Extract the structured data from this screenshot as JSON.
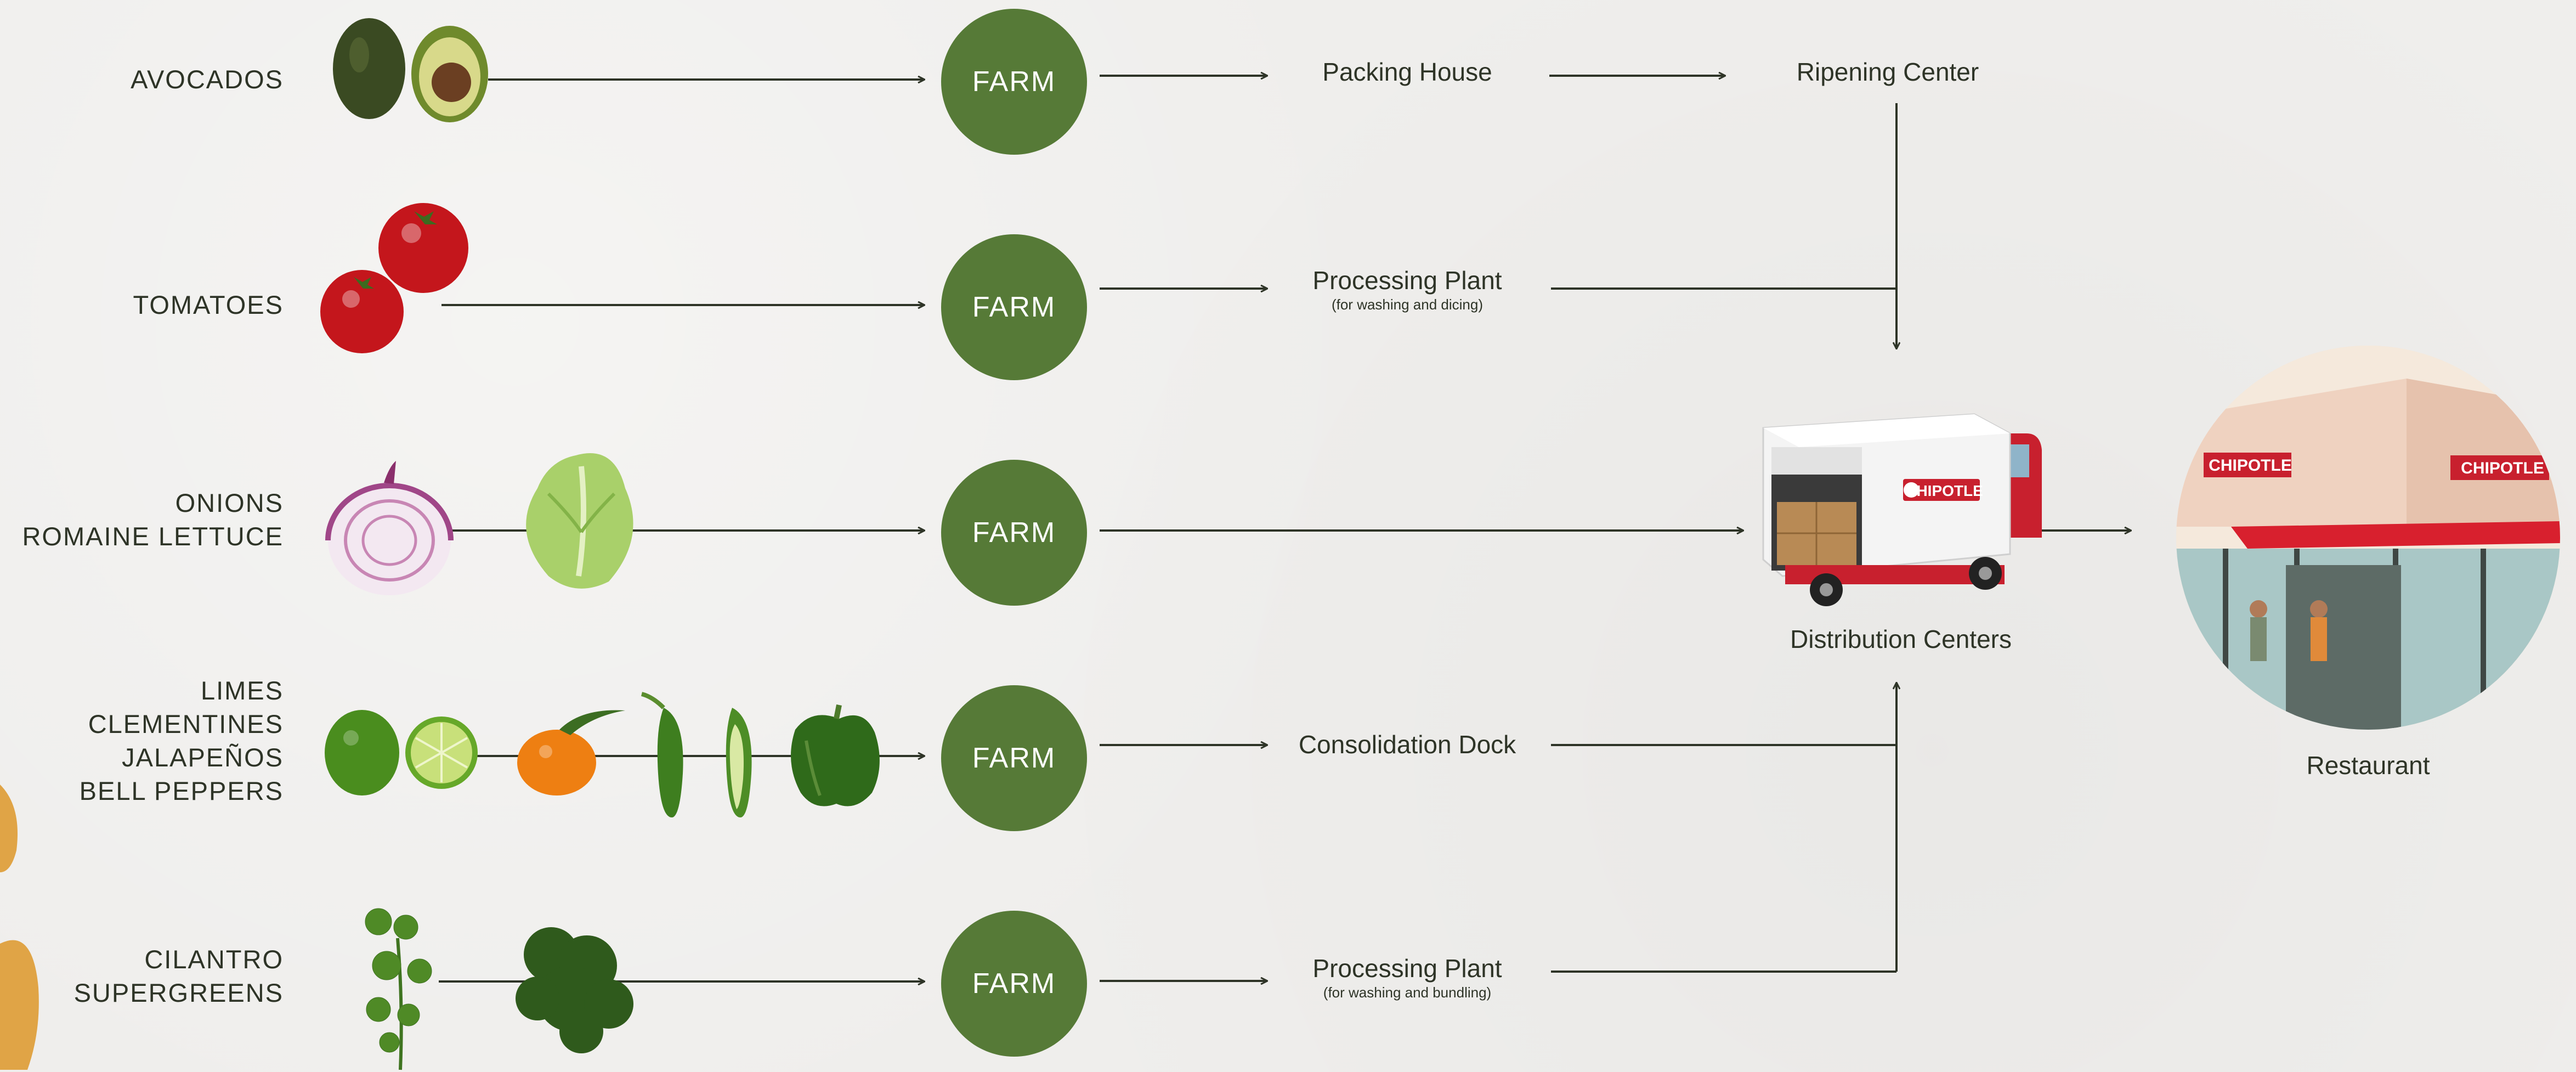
{
  "rows": [
    {
      "id": "avocados",
      "lines": [
        "AVOCADOS"
      ],
      "farm": "FARM",
      "icons": [
        "avocado-icon",
        "avocado-half-icon"
      ]
    },
    {
      "id": "tomatoes",
      "lines": [
        "TOMATOES"
      ],
      "farm": "FARM",
      "icons": [
        "tomato-icon",
        "tomato-icon"
      ]
    },
    {
      "id": "onions-lettuce",
      "lines": [
        "ONIONS",
        "ROMAINE LETTUCE"
      ],
      "farm": "FARM",
      "icons": [
        "onion-icon",
        "lettuce-icon"
      ]
    },
    {
      "id": "citrus-peppers",
      "lines": [
        "LIMES",
        "CLEMENTINES",
        "JALAPEÑOS",
        "BELL PEPPERS"
      ],
      "farm": "FARM",
      "icons": [
        "lime-icon",
        "lime-slice-icon",
        "clementine-icon",
        "jalapeno-icon",
        "jalapeno-half-icon",
        "bell-pepper-icon"
      ]
    },
    {
      "id": "cilantro-greens",
      "lines": [
        "CILANTRO",
        "SUPERGREENS"
      ],
      "farm": "FARM",
      "icons": [
        "cilantro-icon",
        "supergreens-icon"
      ]
    }
  ],
  "stages": {
    "packing_house": {
      "title": "Packing House"
    },
    "ripening_center": {
      "title": "Ripening Center"
    },
    "processing_plant_1": {
      "title": "Processing Plant",
      "sub": "(for washing and dicing)"
    },
    "consolidation_dock": {
      "title": "Consolidation Dock"
    },
    "processing_plant_2": {
      "title": "Processing Plant",
      "sub": "(for washing and bundling)"
    },
    "distribution": {
      "title": "Distribution Centers"
    },
    "restaurant": {
      "title": "Restaurant"
    }
  },
  "truck": {
    "brand": "CHIPOTLE"
  },
  "store": {
    "brand_left": "CHIPOTLE",
    "brand_right": "CHIPOTLE"
  },
  "colors": {
    "farm_green": "#567a37",
    "line": "#2e3427",
    "brand_red": "#c8202e"
  }
}
